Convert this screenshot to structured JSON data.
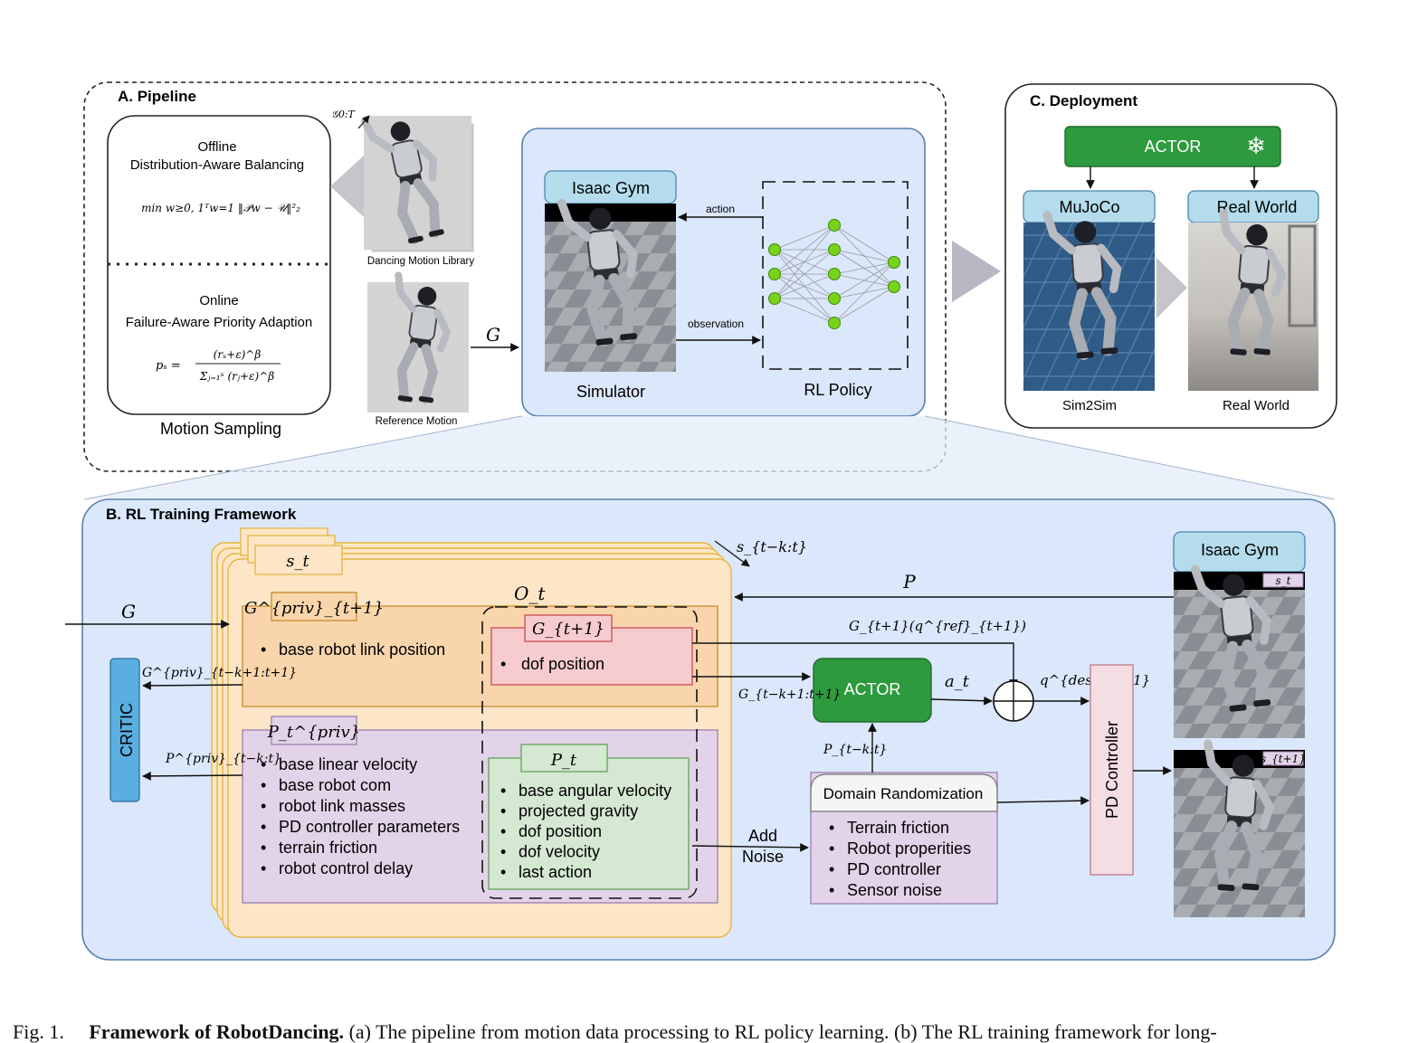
{
  "pipeline": {
    "title": "A. Pipeline",
    "offline_line1": "Offline",
    "offline_line2": "Distribution-Aware Balancing",
    "offline_formula": "min w≥0, 1ᵀw=1  ‖𝒫w − 𝒰‖²₂",
    "online_line1": "Online",
    "online_line2": "Failure-Aware Priority Adaption",
    "online_formula_lhs": "pₛ =",
    "online_formula_num": "(rₛ+ε)^β",
    "online_formula_den": "Σⱼ₌₁ˢ (rⱼ+ε)^β",
    "motion_sampling": "Motion Sampling",
    "g0t_label": "𝒢0:T",
    "dancing_library": "Dancing Motion Library",
    "reference_motion": "Reference Motion",
    "g_arrow": "G",
    "isaac_gym": "Isaac Gym",
    "simulator": "Simulator",
    "rl_policy": "RL Policy",
    "action": "action",
    "observation": "observation"
  },
  "deployment": {
    "title": "C. Deployment",
    "actor": "ACTOR",
    "snowflake_icon": "snowflake-icon",
    "mujoco": "MuJoCo",
    "real_world_header": "Real World",
    "sim2sim": "Sim2Sim",
    "real_world_caption": "Real World"
  },
  "framework": {
    "title": "B. RL Training Framework",
    "st": "s_t",
    "s_window": "s_{t−k:t}",
    "o_t": "O_t",
    "g_priv": "G^{priv}_{t+1}",
    "g_next": "G_{t+1}",
    "base_robot_link_position": "base robot link position",
    "dof_position_g": "dof position",
    "p_priv": "P_t^{priv}",
    "p_t": "P_t",
    "priv_items": [
      "base linear velocity",
      "base robot com",
      "robot link masses",
      "PD controller parameters",
      "terrain friction",
      "robot control delay"
    ],
    "prop_items": [
      "base angular velocity",
      "projected gravity",
      "dof position",
      "dof velocity",
      "last action"
    ],
    "critic": "CRITIC",
    "g_in": "G",
    "g_priv_out": "G^{priv}_{t−k+1:t+1}",
    "p_priv_out": "P^{priv}_{t−k:t}",
    "actor": "ACTOR",
    "g_ref_label": "G_{t+1}(q^{ref}_{t+1})",
    "g_window_label": "G_{t−k+1:t+1}",
    "a_t": "a_t",
    "q_des": "q^{des}_{t+1}",
    "p_window": "P_{t−k:t}",
    "p_feedback": "P",
    "add_noise": "Add\nNoise",
    "dr_title": "Domain Randomization",
    "dr_items": [
      "Terrain friction",
      "Robot properities",
      "PD controller",
      "Sensor noise"
    ],
    "pd_controller": "PD Controller",
    "isaac_gym": "Isaac Gym",
    "frame_st": "s_t",
    "frame_st1": "s_{t+1}"
  },
  "caption": {
    "fig": "Fig. 1.",
    "bold": "Framework of RobotDancing.",
    "text": "(a) The pipeline from motion data processing to RL policy learning. (b) The RL training framework for long-"
  },
  "colors": {
    "blue_panel": "#dbe7fb",
    "blue_border": "#5a7fae",
    "actor_green": "#2e9a3e",
    "node_green": "#78d418",
    "orange_panel": "#fde6c8",
    "orange_border": "#e5b640",
    "purple_panel": "#e3d3e8",
    "pink_panel": "#f7cccf",
    "green_panel": "#d5e8d2",
    "critic_blue": "#5aaee0",
    "header_blue": "#b4dcec"
  }
}
